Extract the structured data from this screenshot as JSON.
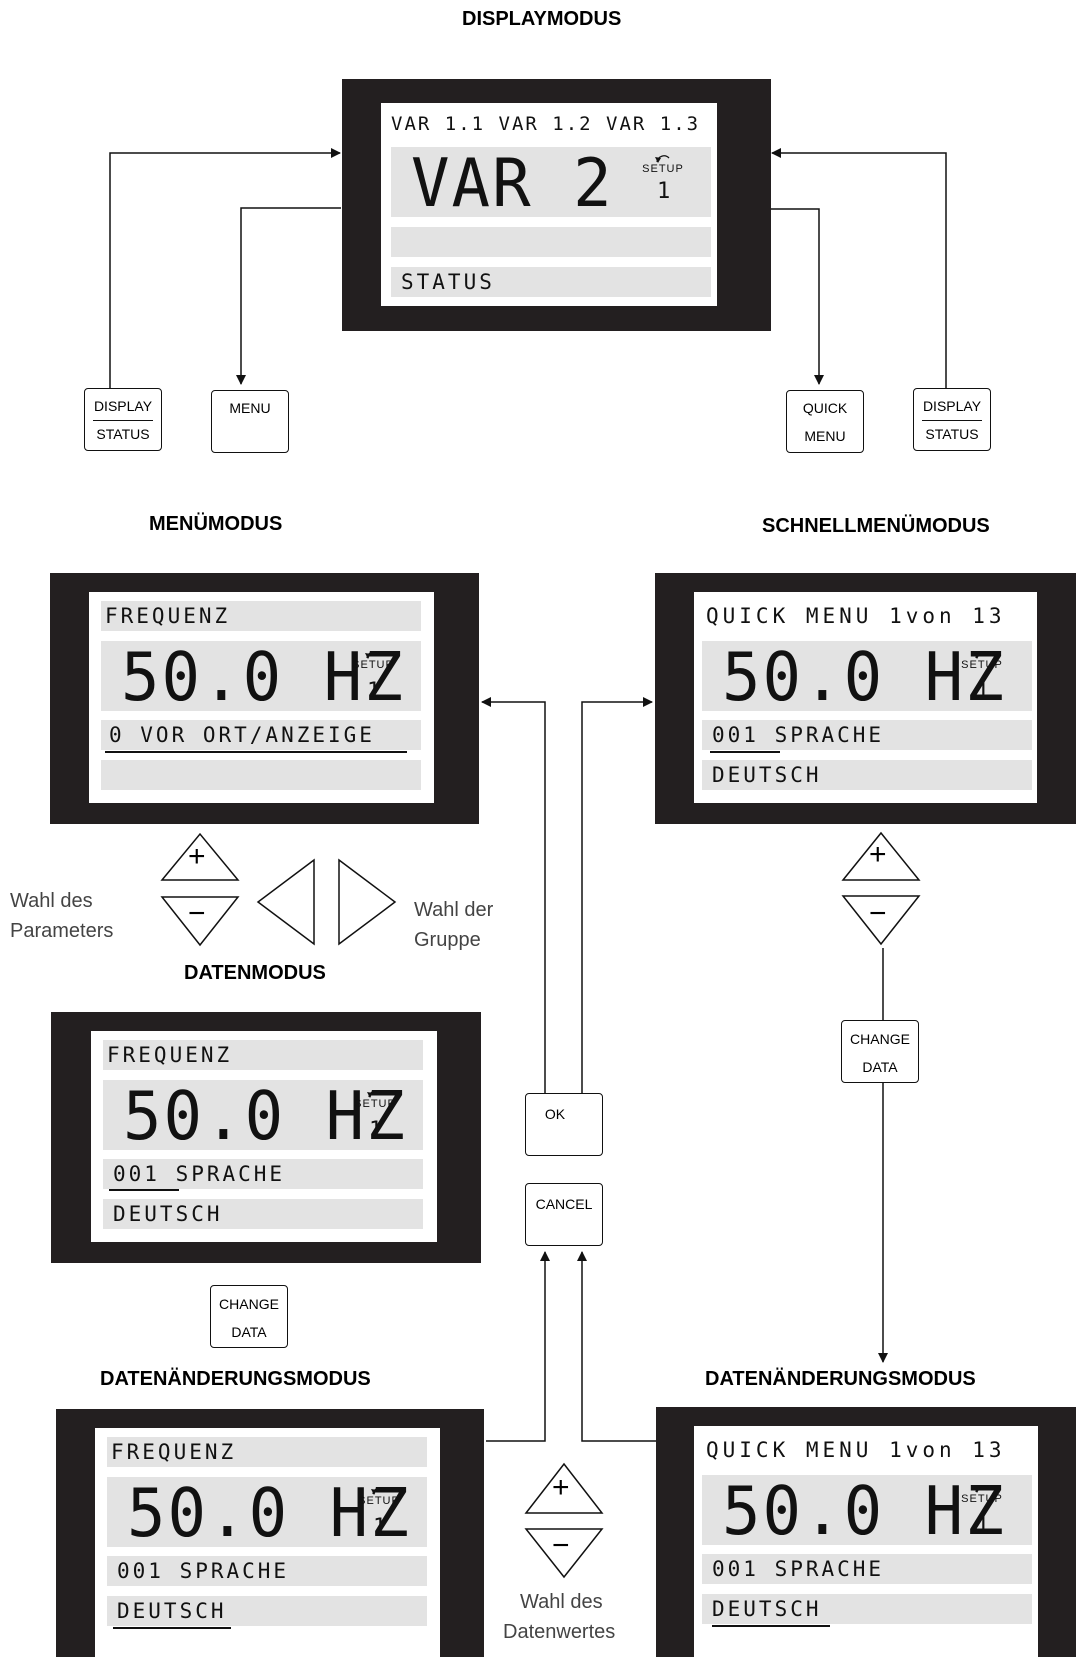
{
  "titles": {
    "display_mode": "DISPLAYMODUS",
    "menu_mode": "MENÜMODUS",
    "quick_menu_mode": "SCHNELLMENÜMODUS",
    "data_mode": "DATENMODUS",
    "data_change_mode_left": "DATENÄNDERUNGSMODUS",
    "data_change_mode_right": "DATENÄNDERUNGSMODUS"
  },
  "captions": {
    "select_parameter_line1": "Wahl des",
    "select_parameter_line2": "Parameters",
    "select_group_line1": "Wahl der",
    "select_group_line2": "Gruppe",
    "select_data_value_line1": "Wahl des",
    "select_data_value_line2": "Datenwertes"
  },
  "displays": {
    "display_mode": {
      "row1": "VAR 1.1 VAR 1.2 VAR 1.3",
      "main": "VAR 2",
      "setup_label": "SETUP",
      "setup_number": "1",
      "row3": "",
      "row4": "STATUS"
    },
    "menu_mode": {
      "row1": "FREQUENZ",
      "main": "50.0 HZ",
      "setup_label": "SETUP",
      "setup_number": "1",
      "row3": "0 VOR ORT/ANZEIGE",
      "row4": ""
    },
    "quick_menu_mode": {
      "row1": "QUICK MENU 1von 13",
      "main": "50.0 HZ",
      "setup_label": "SETUP",
      "setup_number": "1",
      "row3": "001 SPRACHE",
      "row4": "DEUTSCH"
    },
    "data_mode": {
      "row1": "FREQUENZ",
      "main": "50.0 HZ",
      "setup_label": "SETUP",
      "setup_number": "1",
      "row3": "001 SPRACHE",
      "row4": "DEUTSCH"
    },
    "data_change_left": {
      "row1": "FREQUENZ",
      "main": "50.0 HZ",
      "setup_label": "SETUP",
      "setup_number": "1",
      "row3": "001 SPRACHE",
      "row4": "DEUTSCH"
    },
    "data_change_right": {
      "row1": "QUICK MENU 1von 13",
      "main": "50.0 HZ",
      "setup_label": "SETUP",
      "setup_number": "1",
      "row3": "001 SPRACHE",
      "row4": "DEUTSCH"
    }
  },
  "keys": {
    "display_status_left": {
      "line1": "DISPLAY",
      "line2": "STATUS"
    },
    "menu": {
      "line1": "MENU"
    },
    "quick_menu": {
      "line1": "QUICK",
      "line2": "MENU"
    },
    "display_status_right": {
      "line1": "DISPLAY",
      "line2": "STATUS"
    },
    "ok": {
      "line1": "OK"
    },
    "cancel": {
      "line1": "CANCEL"
    },
    "change_data_left": {
      "line1": "CHANGE",
      "line2": "DATA"
    },
    "change_data_right": {
      "line1": "CHANGE",
      "line2": "DATA"
    }
  },
  "symbols": {
    "plus": "+",
    "minus": "−"
  },
  "colors": {
    "lcd_frame": "#231f20",
    "lcd_row": "#e3e3e3",
    "line": "#111111"
  }
}
